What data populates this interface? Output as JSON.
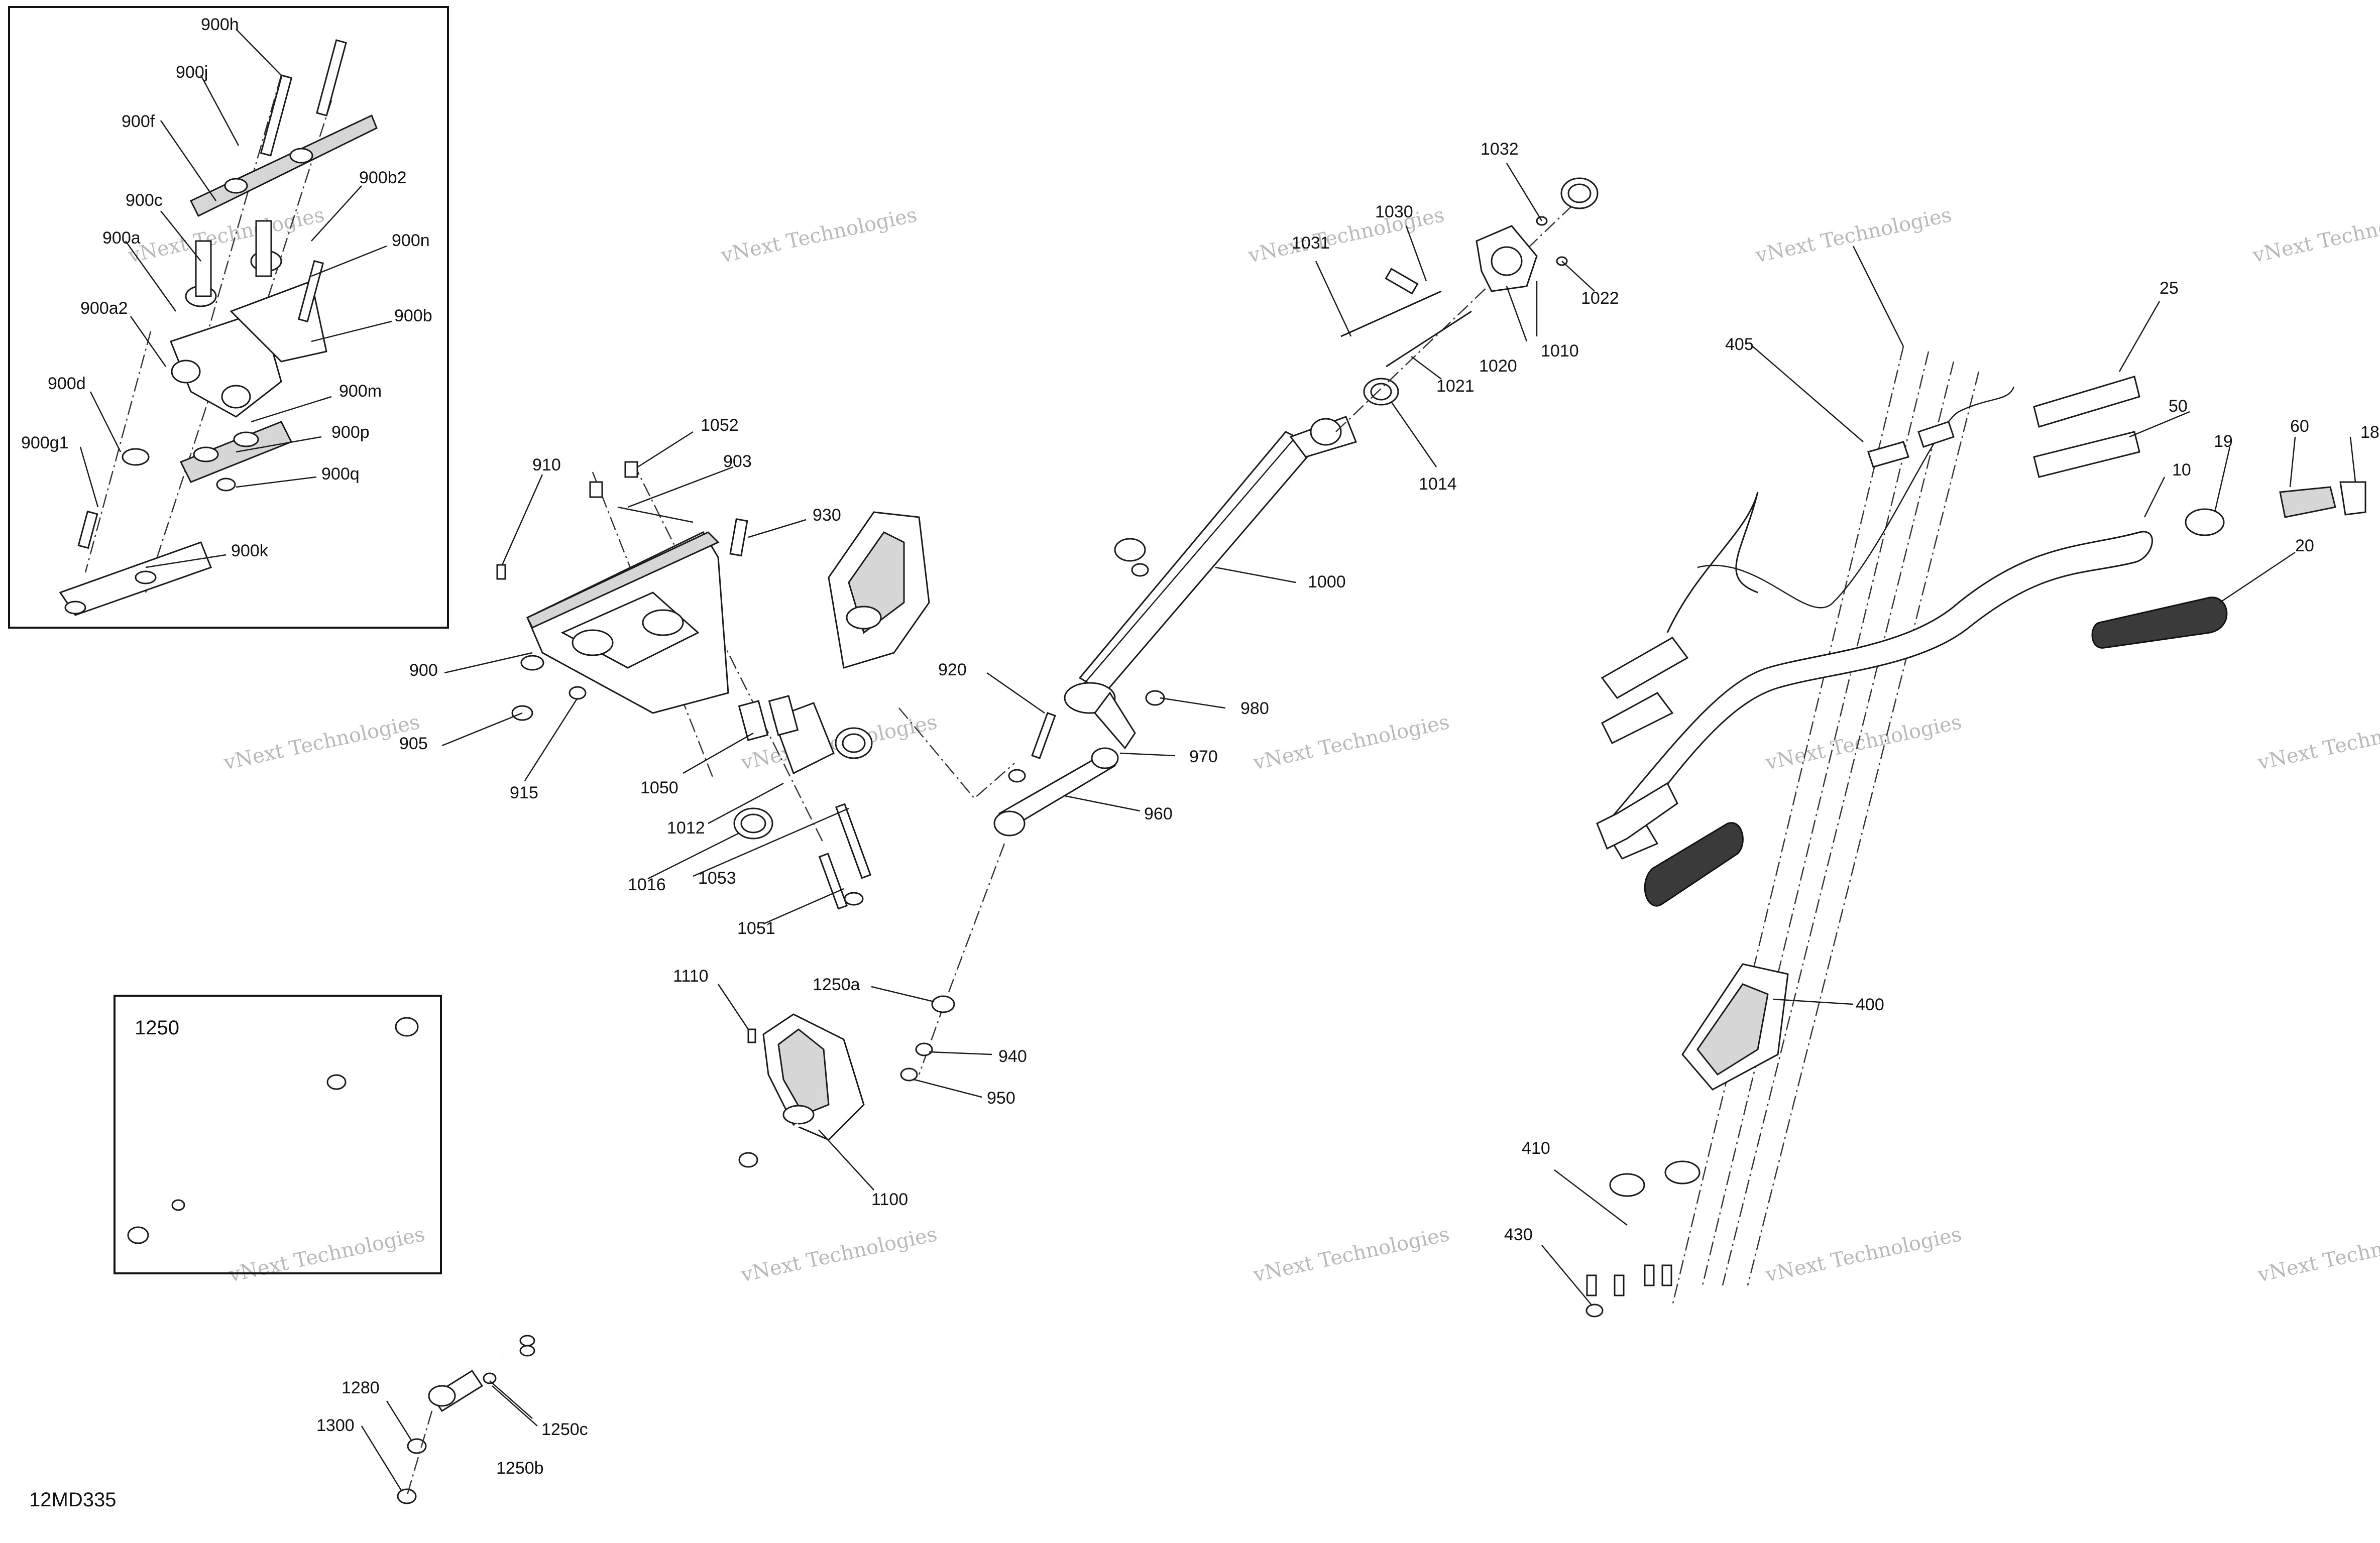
{
  "diagram": {
    "code": "12MD335",
    "watermark": "vNext Technologies",
    "callouts": [
      "900h",
      "900j",
      "900f",
      "900c",
      "900b2",
      "900a",
      "900n",
      "900a2",
      "900b",
      "900d",
      "900m",
      "900g1",
      "900p",
      "900q",
      "900k",
      "910",
      "1052",
      "903",
      "930",
      "900",
      "905",
      "915",
      "1050",
      "1012",
      "1016",
      "1053",
      "1051",
      "1031",
      "1030",
      "1032",
      "1022",
      "1010",
      "1020",
      "1021",
      "1014",
      "1000",
      "920",
      "980",
      "970",
      "960",
      "1250",
      "1110",
      "1250a",
      "940",
      "950",
      "1100",
      "1280",
      "1300",
      "1250b",
      "1250c",
      "405",
      "25",
      "50",
      "60",
      "18",
      "19",
      "10",
      "20",
      "400",
      "410",
      "430"
    ]
  }
}
